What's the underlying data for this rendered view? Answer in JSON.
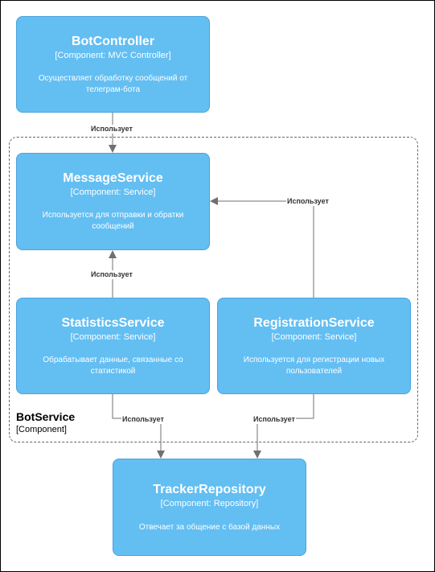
{
  "boundary": {
    "title": "BotService",
    "subtitle": "[Component]"
  },
  "components": {
    "bot_controller": {
      "name": "BotController",
      "type": "[Component: MVC Controller]",
      "description": "Осуществляет обработку сообщений от телеграм-бота"
    },
    "message_service": {
      "name": "MessageService",
      "type": "[Component: Service]",
      "description": "Используется для отправки и обратки сообщений"
    },
    "statistics_service": {
      "name": "StatisticsService",
      "type": "[Component: Service]",
      "description": "Обрабатывает данные, связанные со статистикой"
    },
    "registration_service": {
      "name": "RegistrationService",
      "type": "[Component: Service]",
      "description": "Используется для регистрации новых пользователей"
    },
    "tracker_repository": {
      "name": "TrackerRepository",
      "type": "[Component: Repository]",
      "description": "Отвечает за общение с базой данных"
    }
  },
  "relations": {
    "bot_to_message": "Использует",
    "registration_to_message": "Использует",
    "statistics_to_message": "Использует",
    "statistics_to_repository": "Использует",
    "registration_to_repository": "Использует"
  }
}
